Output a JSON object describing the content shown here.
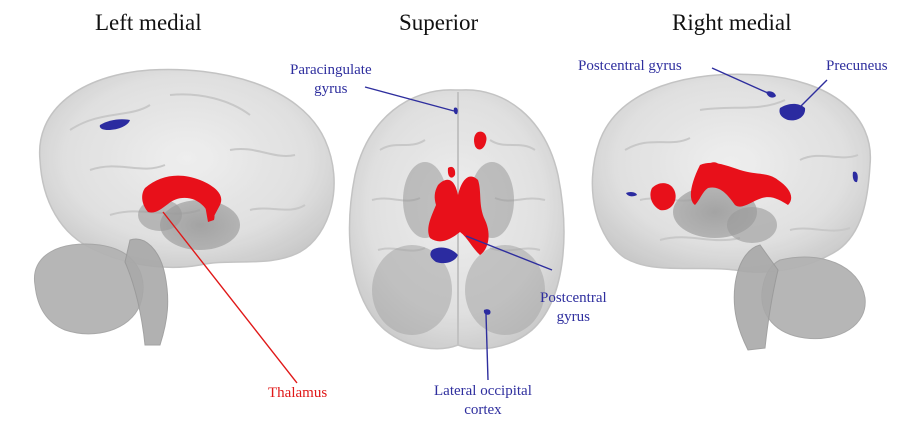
{
  "views": {
    "left": "Left medial",
    "superior": "Superior",
    "right": "Right medial"
  },
  "labels": {
    "paracingulate_line1": "Paracingulate",
    "paracingulate_line2": "gyrus",
    "postcentral_right": "Postcentral gyrus",
    "precuneus": "Precuneus",
    "postcentral_mid_line1": "Postcentral",
    "postcentral_mid_line2": "gyrus",
    "thalamus": "Thalamus",
    "lateral_occipital_line1": "Lateral occipital",
    "lateral_occipital_line2": "cortex"
  },
  "colors": {
    "highlight_red": "#e8101a",
    "highlight_blue": "#2b2ba0",
    "label_blue": "#2e2e9e",
    "label_red": "#e01818",
    "brain_gray": "#d4d4d4"
  }
}
